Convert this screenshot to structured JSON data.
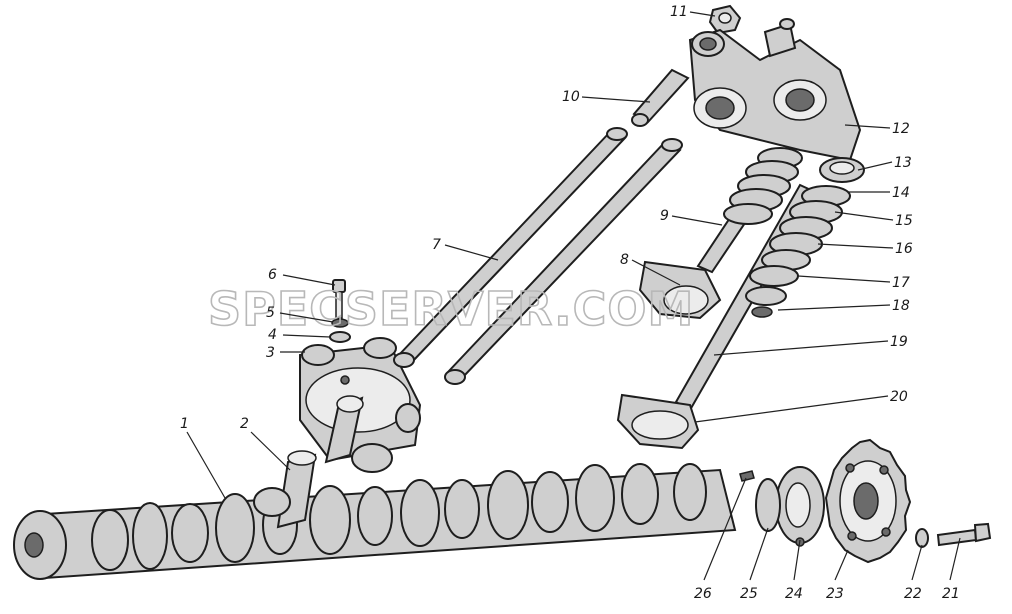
{
  "watermark": "SPECSERVER.COM",
  "labels": [
    {
      "id": "1",
      "text": "1"
    },
    {
      "id": "2",
      "text": "2"
    },
    {
      "id": "3",
      "text": "3"
    },
    {
      "id": "4",
      "text": "4"
    },
    {
      "id": "5",
      "text": "5"
    },
    {
      "id": "6",
      "text": "6"
    },
    {
      "id": "7",
      "text": "7"
    },
    {
      "id": "8",
      "text": "8"
    },
    {
      "id": "9",
      "text": "9"
    },
    {
      "id": "10",
      "text": "10"
    },
    {
      "id": "11",
      "text": "11"
    },
    {
      "id": "12",
      "text": "12"
    },
    {
      "id": "13",
      "text": "13"
    },
    {
      "id": "14",
      "text": "14"
    },
    {
      "id": "15",
      "text": "15"
    },
    {
      "id": "16",
      "text": "16"
    },
    {
      "id": "17",
      "text": "17"
    },
    {
      "id": "18",
      "text": "18"
    },
    {
      "id": "19",
      "text": "19"
    },
    {
      "id": "20",
      "text": "20"
    },
    {
      "id": "21",
      "text": "21"
    },
    {
      "id": "22",
      "text": "22"
    },
    {
      "id": "23",
      "text": "23"
    },
    {
      "id": "24",
      "text": "24"
    },
    {
      "id": "25",
      "text": "25"
    },
    {
      "id": "26",
      "text": "26"
    }
  ]
}
